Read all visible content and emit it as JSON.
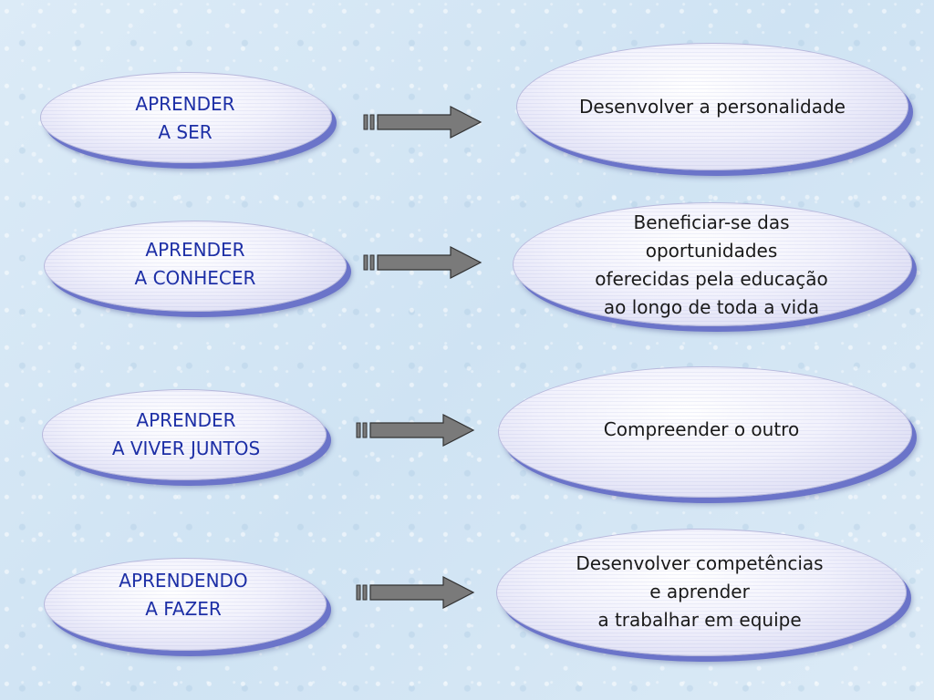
{
  "rows": [
    {
      "left_lines": [
        "APRENDER",
        "A SER"
      ],
      "right_lines": [
        "Desenvolver a personalidade"
      ]
    },
    {
      "left_lines": [
        "APRENDER",
        "A CONHECER"
      ],
      "right_lines": [
        "Beneficiar-se das",
        "oportunidades",
        "oferecidas pela educação",
        "ao longo de toda a vida"
      ]
    },
    {
      "left_lines": [
        "APRENDER",
        "A VIVER JUNTOS"
      ],
      "right_lines": [
        "Compreender o outro"
      ]
    },
    {
      "left_lines": [
        "APRENDENDO",
        "A FAZER"
      ],
      "right_lines": [
        "Desenvolver competências",
        "e aprender",
        "a trabalhar em equipe"
      ]
    }
  ],
  "colors": {
    "left_text": "#1d2fa6",
    "right_text": "#1a1a1a",
    "arrow_fill": "#7a7a7a",
    "ellipse_shadow": "#6b74c9",
    "background": "#d6e8f6"
  },
  "icons": {
    "arrow": "striped-right-arrow-icon"
  }
}
